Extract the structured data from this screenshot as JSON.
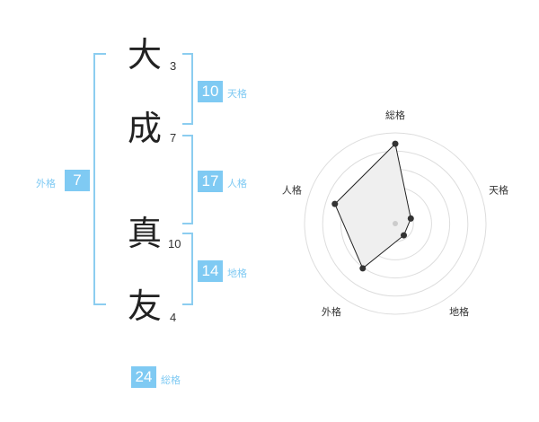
{
  "characters": [
    {
      "char": "大",
      "strokes": "3"
    },
    {
      "char": "成",
      "strokes": "7"
    },
    {
      "char": "真",
      "strokes": "10"
    },
    {
      "char": "友",
      "strokes": "4"
    }
  ],
  "fortunes": {
    "tenkaku": {
      "value": "10",
      "label": "天格"
    },
    "jinkaku": {
      "value": "17",
      "label": "人格"
    },
    "chikaku": {
      "value": "14",
      "label": "地格"
    },
    "gaikaku": {
      "value": "7",
      "label": "外格"
    },
    "soukaku": {
      "value": "24",
      "label": "総格"
    }
  },
  "radar": {
    "axes": [
      "総格",
      "天格",
      "地格",
      "外格",
      "人格"
    ],
    "values": [
      0.88,
      0.18,
      0.16,
      0.61,
      0.7
    ],
    "colors": {
      "fill": "#efefef",
      "stroke": "#222222",
      "ring": "#dddddd",
      "point": "#333333",
      "center": "#cccccc"
    }
  }
}
